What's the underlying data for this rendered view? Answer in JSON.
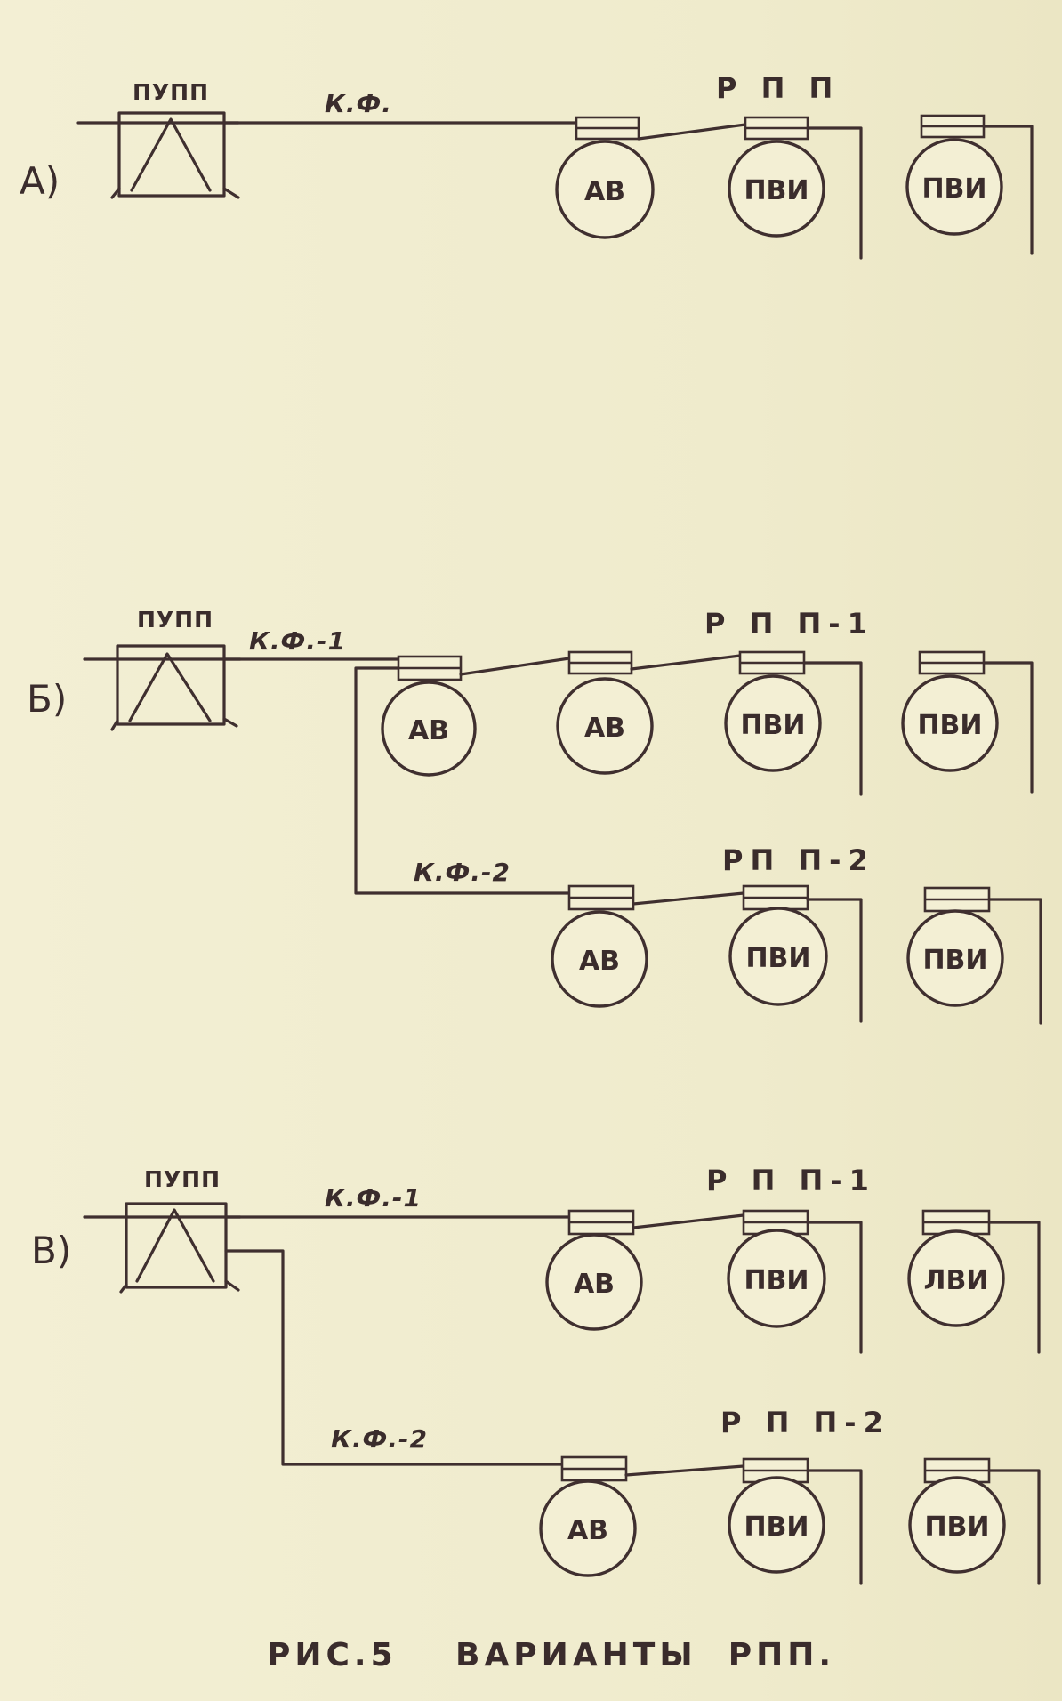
{
  "caption": {
    "figure": "РИС.5",
    "title": "ВАРИАНТЫ  РПП."
  },
  "variants": {
    "a": {
      "label": "А)",
      "unit": "ПУПП",
      "cable": "К.Ф.",
      "group": "Р П П",
      "devices": [
        "АВ",
        "ПВИ",
        "ПВИ"
      ]
    },
    "b": {
      "label": "Б)",
      "unit": "ПУПП",
      "cable1": "К.Ф.-1",
      "group1": "Р П П-1",
      "devices1": [
        "АВ",
        "АВ",
        "ПВИ",
        "ПВИ"
      ],
      "cable2": "К.Ф.-2",
      "group2": "РП П-2",
      "devices2": [
        "АВ",
        "ПВИ",
        "ПВИ"
      ]
    },
    "c": {
      "label": "В)",
      "unit": "ПУПП",
      "cable1": "К.Ф.-1",
      "group1": "Р П П-1",
      "devices1": [
        "АВ",
        "ПВИ",
        "ЛВИ"
      ],
      "cable2": "К.Ф.-2",
      "group2": "Р П П-2",
      "devices2": [
        "АВ",
        "ПВИ",
        "ПВИ"
      ]
    }
  }
}
